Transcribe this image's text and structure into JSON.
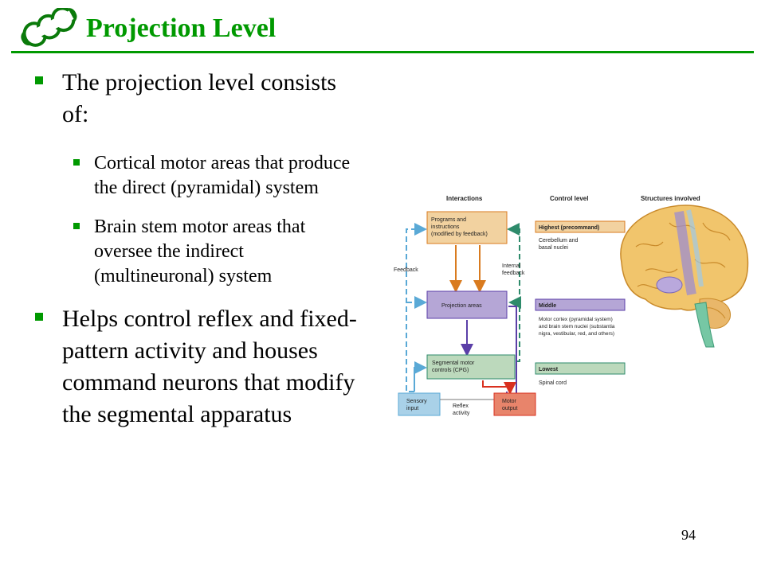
{
  "slide": {
    "title": "Projection Level",
    "page_number": "94"
  },
  "colors": {
    "accent": "#009900",
    "box_orange": "#F2D2A0",
    "box_purple": "#B5A6D6",
    "box_green": "#BCD9BC",
    "box_blue": "#A9D1E8",
    "box_red": "#E8846B",
    "arrow_blue": "#5AA9D6",
    "arrow_green": "#2E8B6B",
    "arrow_orange": "#D97B1F",
    "arrow_purple": "#5B3FA8",
    "arrow_red": "#D9301F"
  },
  "bullets": [
    {
      "text": "The projection level consists of:",
      "sub": [
        "Cortical motor areas that produce the direct (pyramidal) system",
        "Brain stem motor areas that oversee the indirect (multineuronal) system"
      ]
    },
    {
      "text": "Helps control reflex and fixed-pattern activity and houses command neurons that modify the segmental apparatus",
      "sub": []
    }
  ],
  "diagram": {
    "headers": {
      "interactions": "Interactions",
      "control_level": "Control level",
      "structures": "Structures involved"
    },
    "boxes": {
      "programs_line1": "Programs and",
      "programs_line2": "instructions",
      "programs_line3": "(modified by feedback)",
      "projection": "Projection areas",
      "segmental_line1": "Segmental motor",
      "segmental_line2": "controls (CPG)",
      "sensory_line1": "Sensory",
      "sensory_line2": "input",
      "motor_line1": "Motor",
      "motor_line2": "output"
    },
    "labels": {
      "feedback": "Feedback",
      "internal_line1": "Internal",
      "internal_line2": "feedback",
      "reflex_line1": "Reflex",
      "reflex_line2": "activity"
    },
    "levels": {
      "highest": "Highest (precommand)",
      "highest_desc_line1": "Cerebellum and",
      "highest_desc_line2": "basal nuclei",
      "middle": "Middle",
      "middle_desc_line1": "Motor cortex (pyramidal system)",
      "middle_desc_line2": "and brain stem nuclei (substantia",
      "middle_desc_line3": "nigra, vestibular, red, and others)",
      "lowest": "Lowest",
      "lowest_desc": "Spinal cord"
    }
  }
}
